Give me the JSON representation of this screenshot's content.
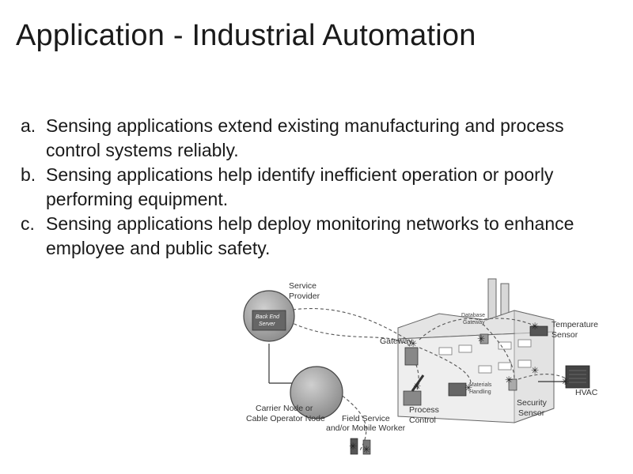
{
  "slide": {
    "title": "Application - Industrial Automation",
    "bullets": [
      {
        "marker": "a.",
        "text": "Sensing applications extend existing manufacturing and process control systems reliably."
      },
      {
        "marker": "b.",
        "text": "Sensing applications help identify inefficient operation or poorly performing equipment."
      },
      {
        "marker": "c.",
        "text": "Sensing applications help deploy monitoring networks to enhance employee and public safety."
      }
    ]
  },
  "diagram": {
    "service_provider": [
      "Service",
      "Provider"
    ],
    "back_end_server": [
      "Back End",
      "Server"
    ],
    "carrier_node": [
      "Carrier Node or",
      "Cable Operator Node"
    ],
    "field_service": [
      "Field Service",
      "and/or Mobile Worker"
    ],
    "process_control": [
      "Process",
      "Control"
    ],
    "gateway": "Gateway",
    "database_gateway": [
      "Database",
      "Gateway"
    ],
    "materials_handling": [
      "Materials",
      "Handling"
    ],
    "temperature_sensor": [
      "Temperature",
      "Sensor"
    ],
    "security_sensor": [
      "Security",
      "Sensor"
    ],
    "hvac": "HVAC"
  }
}
